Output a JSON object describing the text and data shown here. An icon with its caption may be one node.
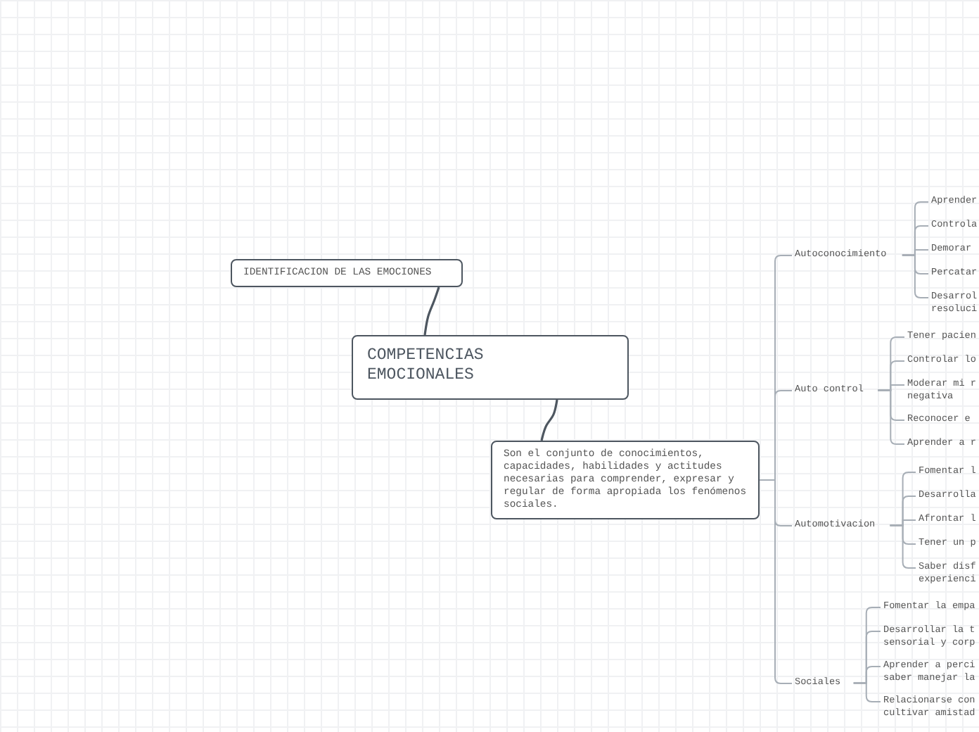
{
  "diagram": {
    "nodes": [
      {
        "text": [
          "COMPETENCIAS EMOCIONALES"
        ]
      },
      {
        "text": [
          "IDENTIFICACION DE LAS EMOCIONES"
        ]
      },
      {
        "text": [
          "Son el conjunto de conocimientos, capacidades, habilidades y actitudes necesarias para comprender, expresar y regular de forma apropiada los fenómenos sociales."
        ]
      },
      {
        "text": [
          "Autoconocimiento"
        ]
      },
      {
        "text": [
          "Aprender"
        ]
      },
      {
        "text": [
          "Controla"
        ]
      },
      {
        "text": [
          "Demorar"
        ]
      },
      {
        "text": [
          "Percatar"
        ]
      },
      {
        "text": [
          "Desarrol resoluci"
        ]
      },
      {
        "text": [
          "Auto control"
        ]
      },
      {
        "text": [
          "Tener pacien"
        ]
      },
      {
        "text": [
          "Controlar lo"
        ]
      },
      {
        "text": [
          "Moderar mi r negativa"
        ]
      },
      {
        "text": [
          "Reconocer e"
        ]
      },
      {
        "text": [
          "Aprender a r"
        ]
      },
      {
        "text": [
          "Automotivacion"
        ]
      },
      {
        "text": [
          "Fomentar l"
        ]
      },
      {
        "text": [
          "Desarrolla"
        ]
      },
      {
        "text": [
          "Afrontar l"
        ]
      },
      {
        "text": [
          "Tener un p"
        ]
      },
      {
        "text": [
          "Saber disf experienci"
        ]
      },
      {
        "text": [
          "Sociales"
        ]
      },
      {
        "text": [
          "Fomentar la empa"
        ]
      },
      {
        "text": [
          "Desarrollar la t sensorial y corp"
        ]
      },
      {
        "text": [
          "Aprender a perci saber manejar la"
        ]
      },
      {
        "text": [
          "Relacionarse con cultivar amistad"
        ]
      }
    ],
    "edges": [
      {
        "from": 0,
        "to": 1,
        "arrow": "none"
      },
      {
        "from": 0,
        "to": 2,
        "arrow": "none"
      },
      {
        "from": 2,
        "to": 3,
        "arrow": "none"
      },
      {
        "from": 2,
        "to": 9,
        "arrow": "none"
      },
      {
        "from": 2,
        "to": 15,
        "arrow": "none"
      },
      {
        "from": 2,
        "to": 21,
        "arrow": "none"
      },
      {
        "from": 3,
        "to": 4,
        "arrow": "none"
      },
      {
        "from": 3,
        "to": 5,
        "arrow": "none"
      },
      {
        "from": 3,
        "to": 6,
        "arrow": "none"
      },
      {
        "from": 3,
        "to": 7,
        "arrow": "none"
      },
      {
        "from": 3,
        "to": 8,
        "arrow": "none"
      },
      {
        "from": 9,
        "to": 10,
        "arrow": "none"
      },
      {
        "from": 9,
        "to": 11,
        "arrow": "none"
      },
      {
        "from": 9,
        "to": 12,
        "arrow": "none"
      },
      {
        "from": 9,
        "to": 13,
        "arrow": "none"
      },
      {
        "from": 9,
        "to": 14,
        "arrow": "none"
      },
      {
        "from": 15,
        "to": 16,
        "arrow": "none"
      },
      {
        "from": 15,
        "to": 17,
        "arrow": "none"
      },
      {
        "from": 15,
        "to": 18,
        "arrow": "none"
      },
      {
        "from": 15,
        "to": 19,
        "arrow": "none"
      },
      {
        "from": 15,
        "to": 20,
        "arrow": "none"
      },
      {
        "from": 21,
        "to": 22,
        "arrow": "none"
      },
      {
        "from": 21,
        "to": 23,
        "arrow": "none"
      },
      {
        "from": 21,
        "to": 24,
        "arrow": "none"
      },
      {
        "from": 21,
        "to": 25,
        "arrow": "none"
      }
    ]
  }
}
